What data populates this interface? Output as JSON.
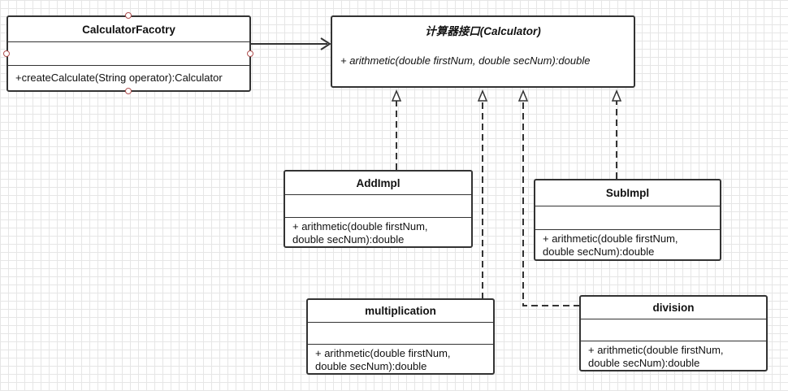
{
  "diagram": {
    "factory": {
      "name": "CalculatorFacotry",
      "operation": "+createCalculate(String operator):Calculator"
    },
    "interface": {
      "name": "计算器接口(Calculator)",
      "operation": "+ arithmetic(double firstNum, double secNum):double"
    },
    "add_impl": {
      "name": "AddImpl",
      "operation_line1": "+ arithmetic(double firstNum,",
      "operation_line2": "double secNum):double"
    },
    "sub_impl": {
      "name": "SubImpl",
      "operation_line1": "+ arithmetic(double firstNum,",
      "operation_line2": "double secNum):double"
    },
    "multiplication": {
      "name": "multiplication",
      "operation_line1": "+ arithmetic(double firstNum,",
      "operation_line2": "double secNum):double"
    },
    "division": {
      "name": "division",
      "operation_line1": "+ arithmetic(double firstNum,",
      "operation_line2": "double secNum):double"
    }
  },
  "colors": {
    "border": "#333333",
    "grid": "#e6e6e6",
    "handle": "#b05050"
  }
}
